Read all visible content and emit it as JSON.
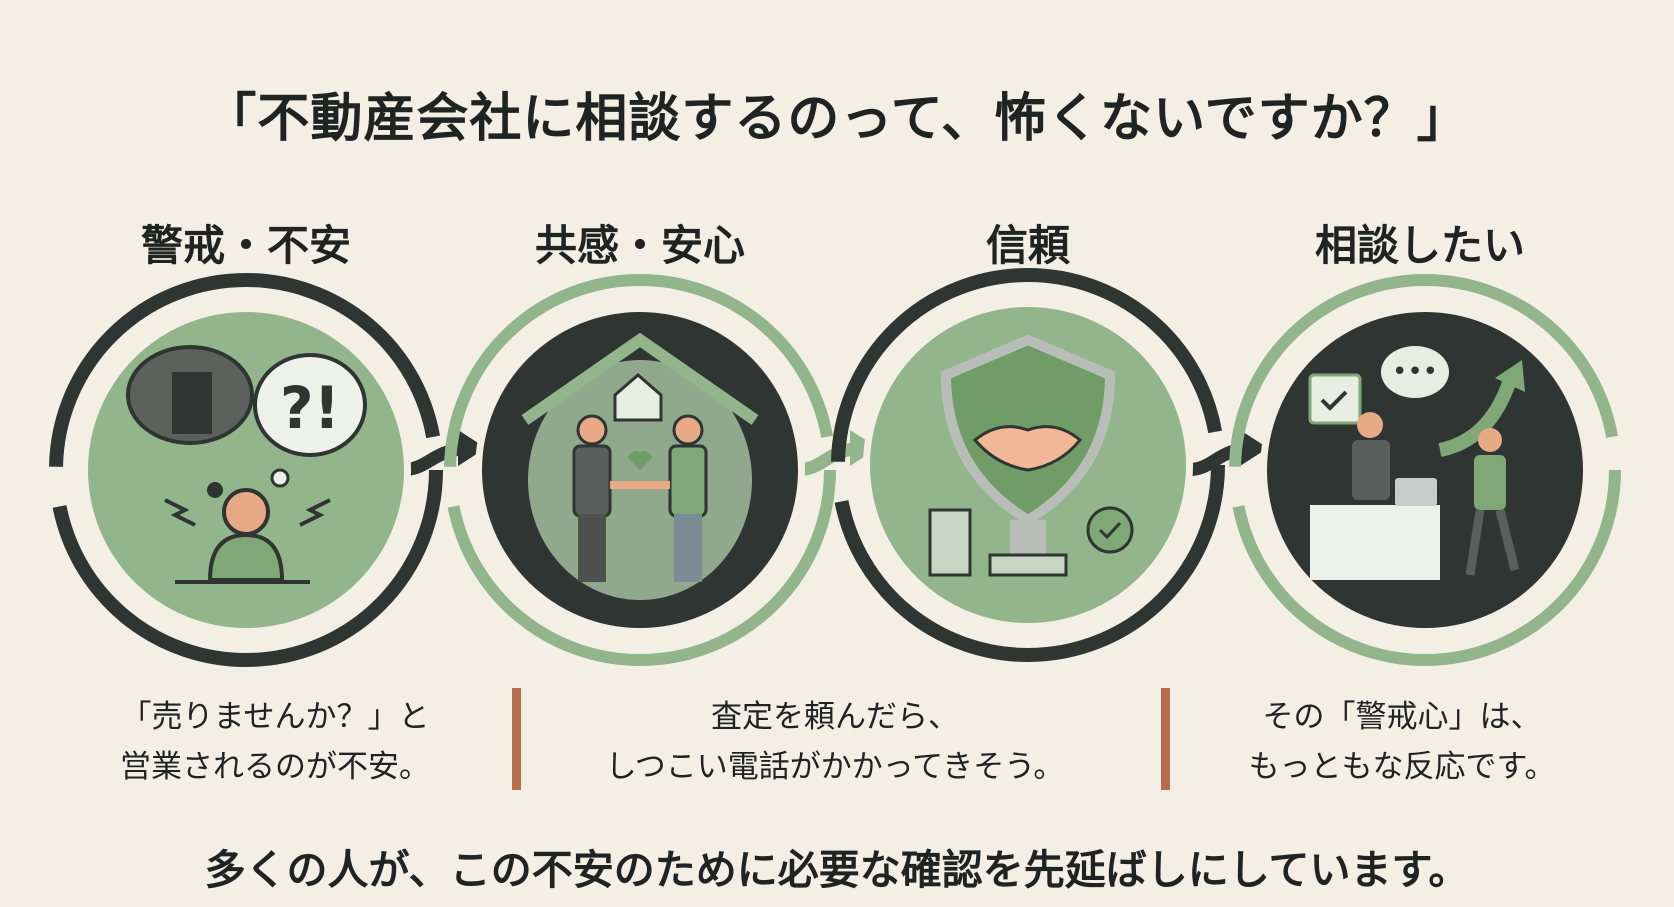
{
  "title": "「不動産会社に相談するのって、怖くないですか？」",
  "stages": [
    {
      "label": "警戒・不安",
      "icon": "worried-person-icon"
    },
    {
      "label": "共感・安心",
      "icon": "house-handshake-icon"
    },
    {
      "label": "信頼",
      "icon": "shield-handshake-icon"
    },
    {
      "label": "相談したい",
      "icon": "office-consultation-icon"
    }
  ],
  "bubble_text": "?!",
  "descriptions": [
    {
      "line1": "「売りませんか？」と",
      "line2": "営業されるのが不安。"
    },
    {
      "line1": "査定を頼んだら、",
      "line2": "しつこい電話がかかってきそう。"
    },
    {
      "line1": "その「警戒心」は、",
      "line2": "もっともな反応です。"
    }
  ],
  "bottom_text": "多くの人が、この不安のために必要な確認を先延ばしにしています。",
  "colors": {
    "background": "#f3efe5",
    "dark": "#2f3532",
    "green": "#93b58c",
    "divider": "#b96d4e"
  }
}
